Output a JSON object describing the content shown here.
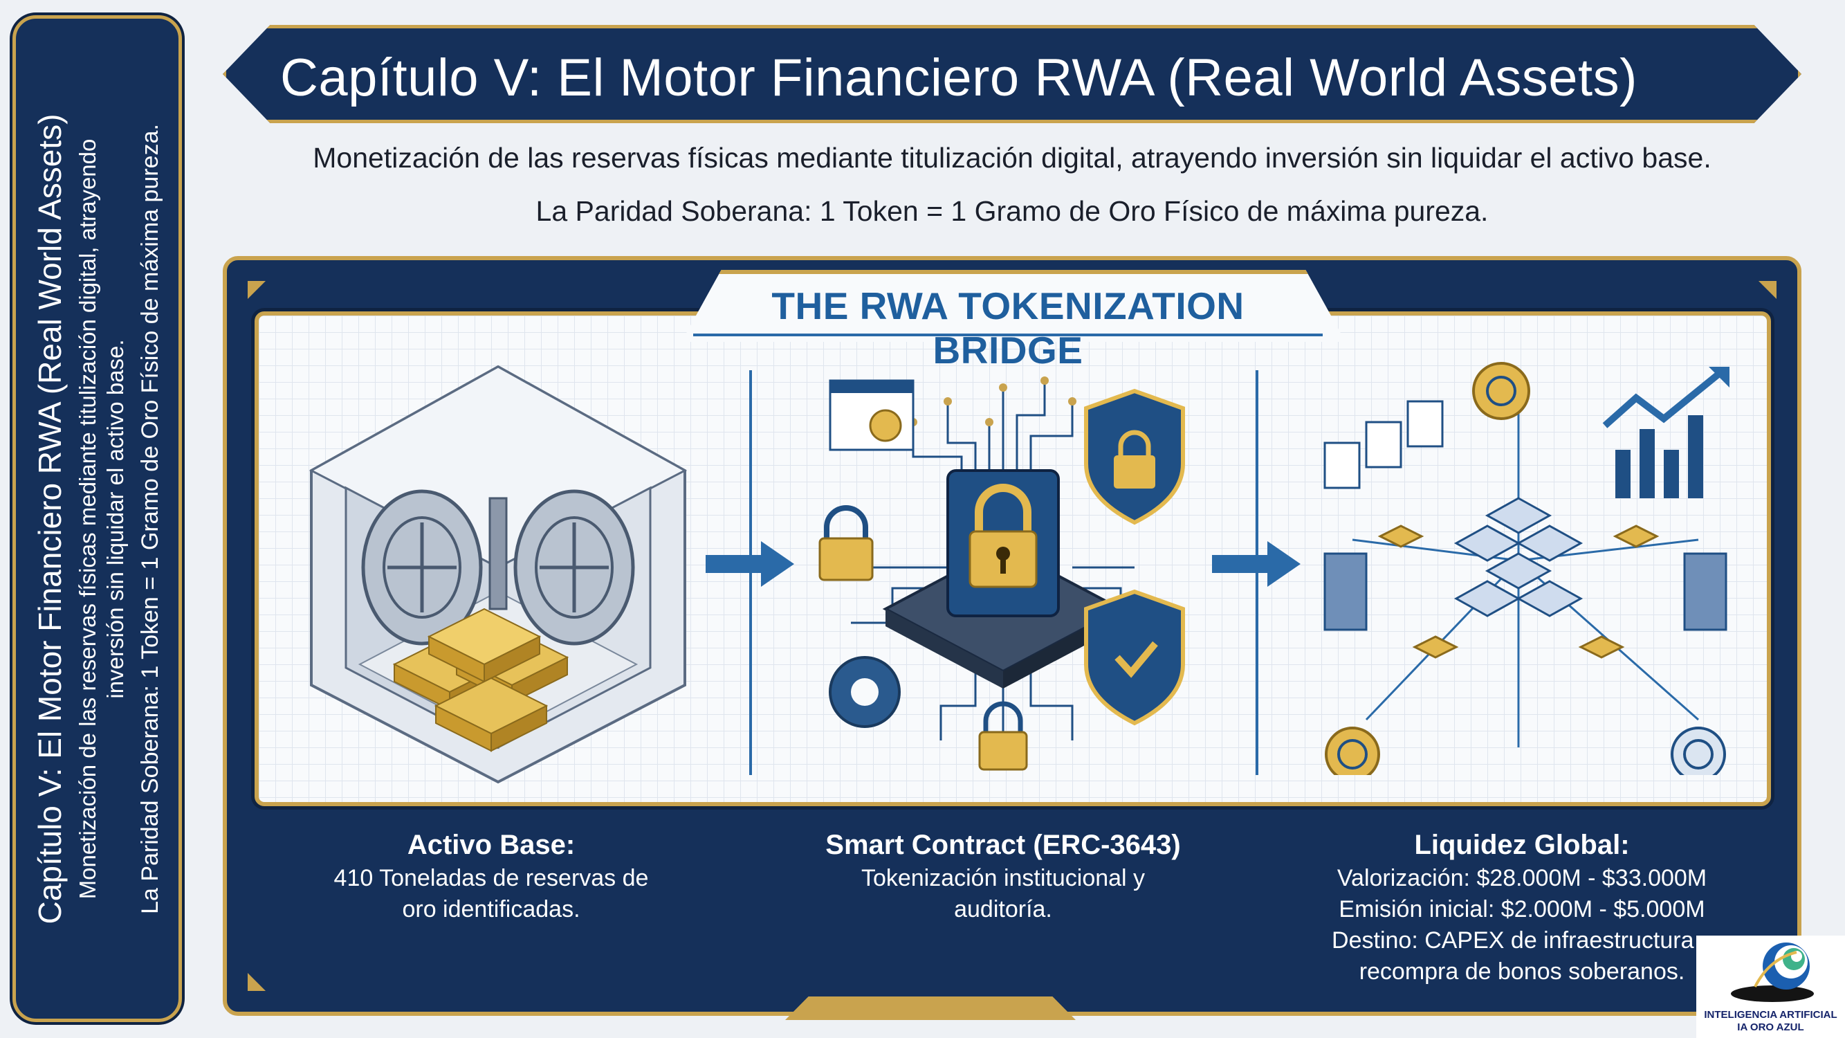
{
  "side_panel": {
    "title": "Capítulo V: El Motor Financiero RWA (Real World Assets)",
    "subtitle": "Monetización de las reservas físicas mediante titulización digital, atrayendo inversión sin liquidar el activo base.",
    "parity": "La Paridad Soberana: 1 Token = 1 Gramo de Oro Físico de máxima pureza."
  },
  "header": {
    "title": "Capítulo V: El Motor Financiero RWA (Real World Assets)"
  },
  "subtitle": "Monetización de las reservas físicas mediante titulización digital, atrayendo inversión sin liquidar el activo base.",
  "parity": "La Paridad Soberana: 1 Token = 1 Gramo de Oro Físico de máxima pureza.",
  "bridge_title": "THE RWA TOKENIZATION BRIDGE",
  "columns": [
    {
      "title": "Activo Base:",
      "lines": [
        "410 Toneladas de reservas de",
        "oro identificadas."
      ],
      "icon": "gold-vault-icon"
    },
    {
      "title": "Smart Contract (ERC-3643)",
      "lines": [
        "Tokenización institucional y",
        "auditoría."
      ],
      "icon": "smart-contract-chip-icon"
    },
    {
      "title": "Liquidez Global:",
      "lines": [
        "Valorización: $28.000M - $33.000M",
        "Emisión inicial: $2.000M - $5.000M",
        "Destino: CAPEX de infraestructura y",
        "recompra de bonos soberanos."
      ],
      "icon": "blockchain-network-icon"
    }
  ],
  "logo": {
    "line1": "INTELIGENCIA ARTIFICIAL",
    "line2": "IA ORO AZUL"
  },
  "colors": {
    "navy": "#15305a",
    "gold": "#c9a34e",
    "blue_accent": "#1f5f9e"
  }
}
